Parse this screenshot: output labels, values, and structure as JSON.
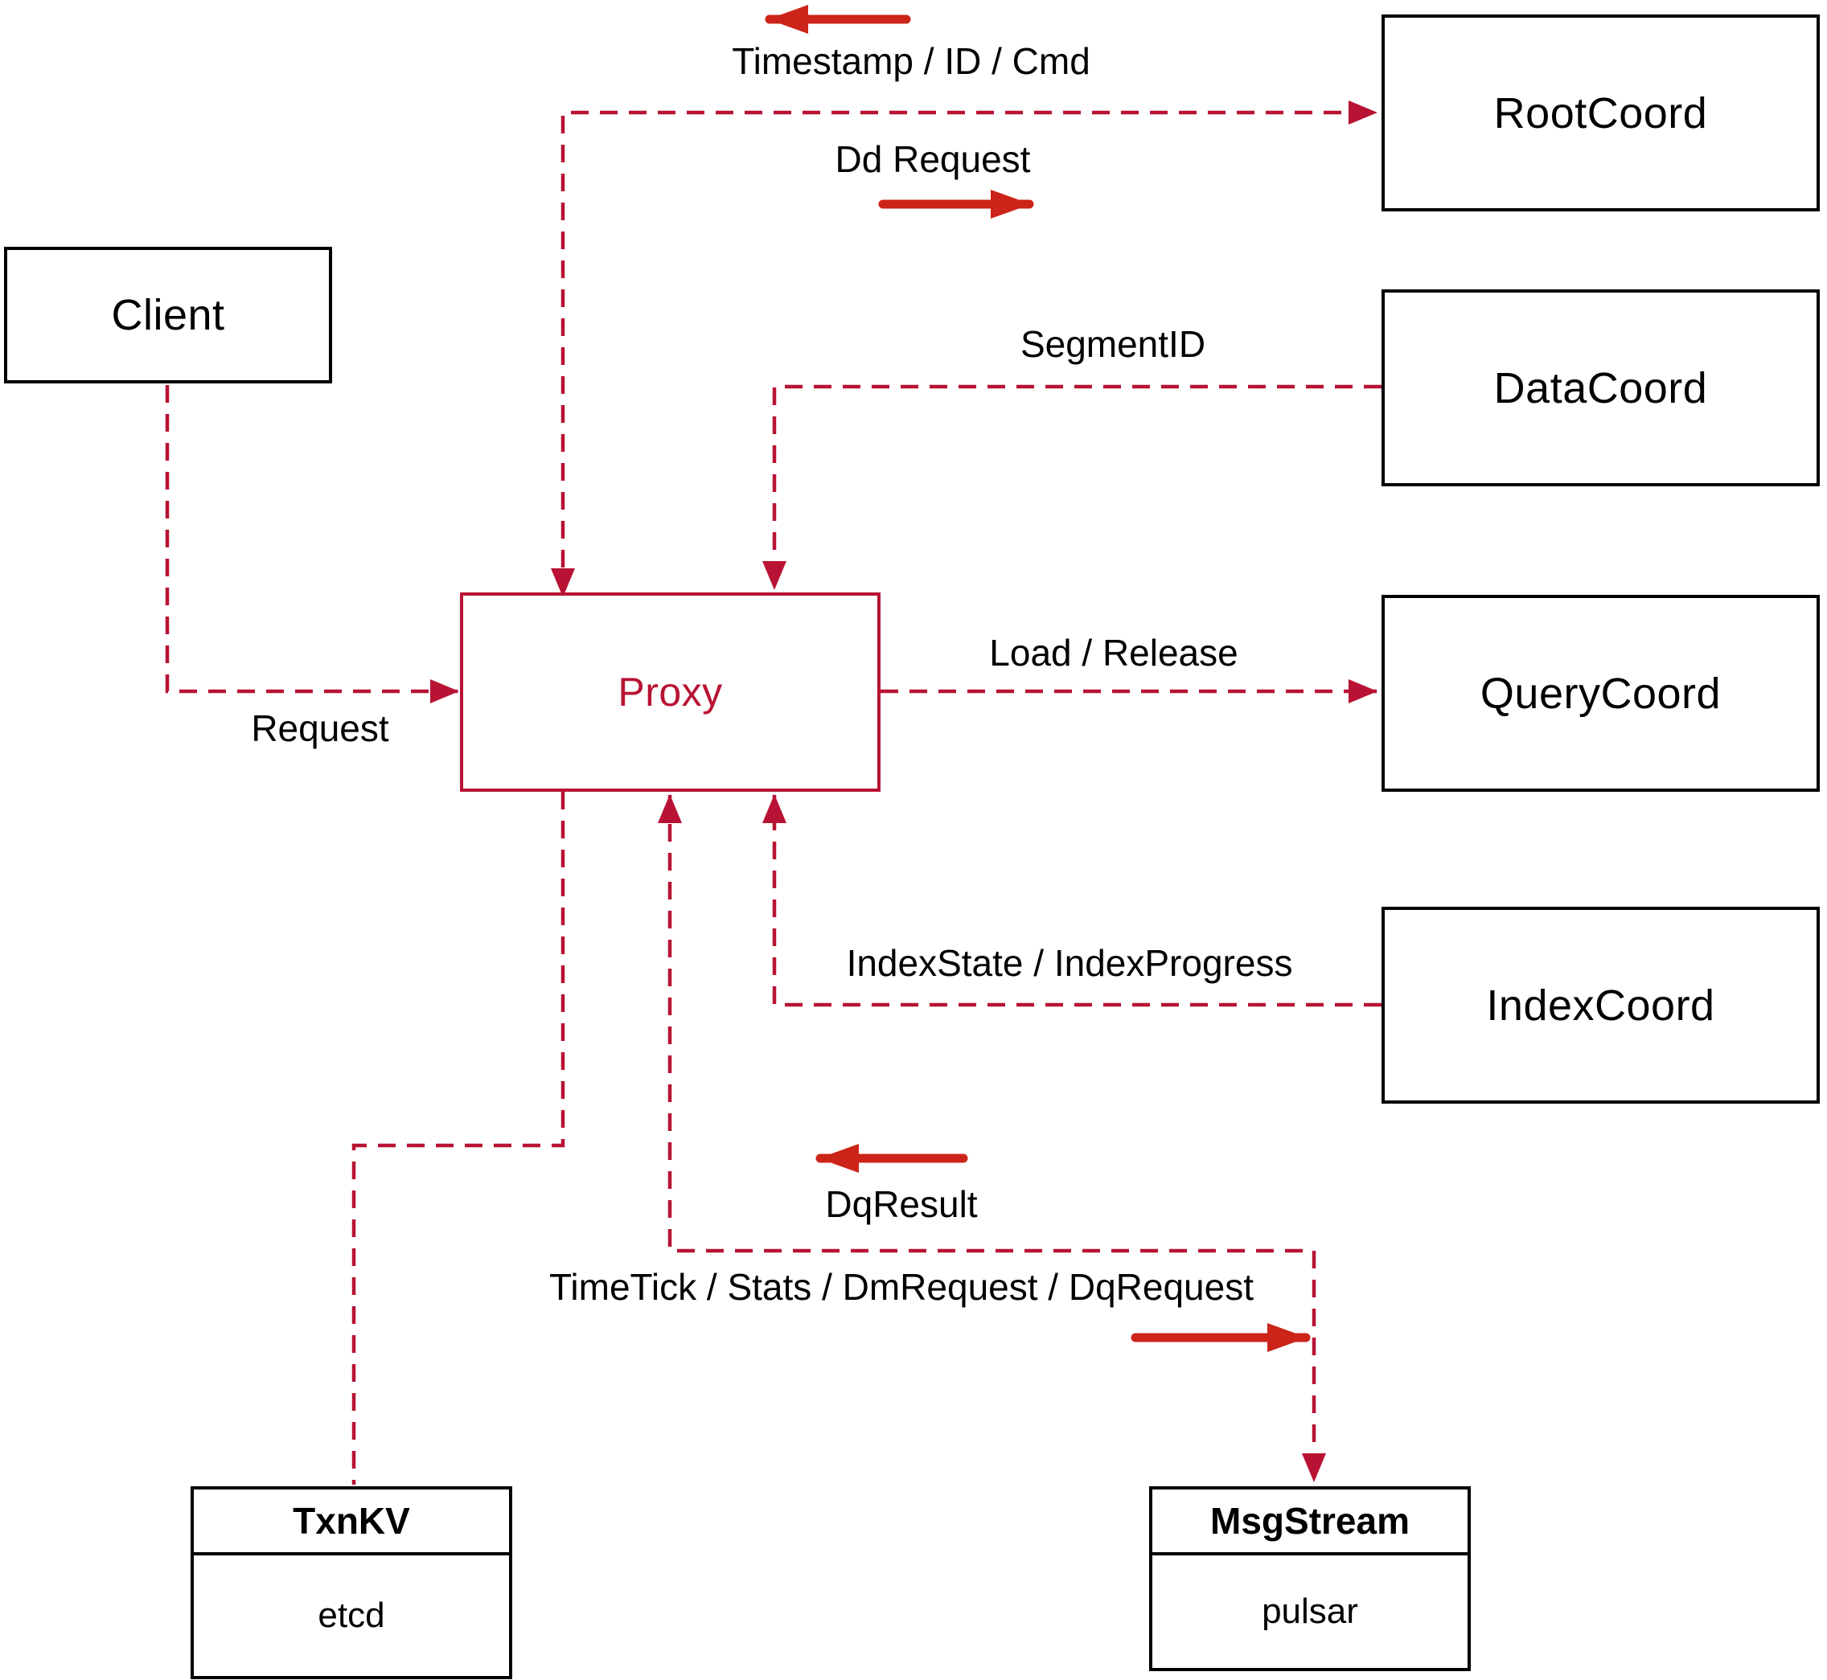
{
  "diagram": {
    "nodes": {
      "client": {
        "label": "Client"
      },
      "proxy": {
        "label": "Proxy"
      },
      "root_coord": {
        "label": "RootCoord"
      },
      "data_coord": {
        "label": "DataCoord"
      },
      "query_coord": {
        "label": "QueryCoord"
      },
      "index_coord": {
        "label": "IndexCoord"
      },
      "txn_kv": {
        "title": "TxnKV",
        "impl": "etcd"
      },
      "msg_stream": {
        "title": "MsgStream",
        "impl": "pulsar"
      }
    },
    "edge_labels": {
      "timestamp_id_cmd": "Timestamp / ID / Cmd",
      "dd_request": "Dd Request",
      "segment_id": "SegmentID",
      "load_release": "Load / Release",
      "index_state_progress": "IndexState / IndexProgress",
      "request": "Request",
      "dq_result": "DqResult",
      "timetick_stats": "TimeTick / Stats / DmRequest / DqRequest"
    },
    "icons": {
      "arrow_left": "left-direction-arrow",
      "arrow_right": "right-direction-arrow"
    },
    "colors": {
      "line_dashed": "#b81334",
      "arrow_solid": "#cc2418",
      "proxy_accent": "#b81334",
      "node_border": "#000000",
      "text": "#000000",
      "background": "#ffffff"
    }
  }
}
